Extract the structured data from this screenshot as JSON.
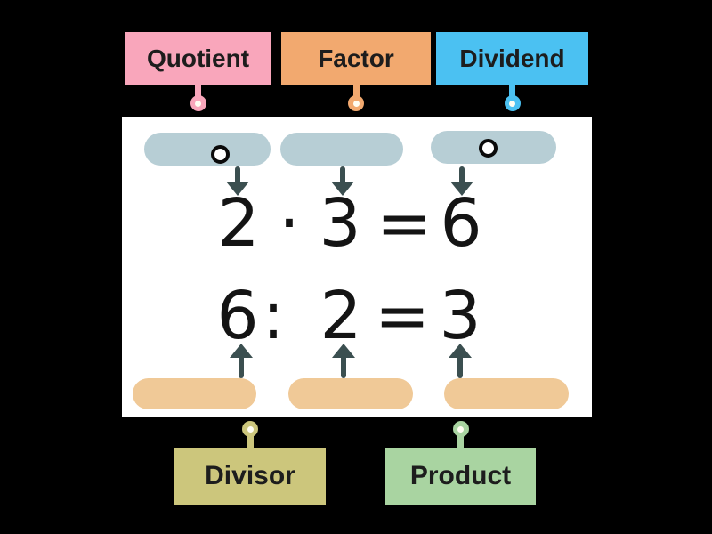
{
  "activity": {
    "type": "labelled-diagram",
    "instructions_visible": false
  },
  "colors": {
    "stage_background": "#000000",
    "board_background": "#FFFFFF",
    "top_slot": "#B7CED5",
    "bottom_slot": "#F0C997",
    "arrow": "#3B4F50",
    "equation_text": "#141414",
    "label_text": "#1D1D1D",
    "hotspot_ring": "#0A0A0A",
    "hotspot_fill": "#FFFFFF"
  },
  "labels": {
    "quotient": {
      "text": "Quotient",
      "color": "#F9A6BB",
      "position": "top"
    },
    "factor": {
      "text": "Factor",
      "color": "#F2A96F",
      "position": "top"
    },
    "dividend": {
      "text": "Dividend",
      "color": "#4BC1F2",
      "position": "top"
    },
    "divisor": {
      "text": "Divisor",
      "color": "#CCC67C",
      "position": "bottom"
    },
    "product": {
      "text": "Product",
      "color": "#A9D4A1",
      "position": "bottom"
    }
  },
  "board": {
    "multiplication_equation": {
      "text": "2 · 3 = 6",
      "tokens": [
        "2",
        "·",
        "3",
        "=",
        "6"
      ]
    },
    "division_equation": {
      "text": "6 : 2 = 3",
      "tokens": [
        "6",
        ":",
        "2",
        "=",
        "3"
      ]
    },
    "top_slot_count": 3,
    "bottom_slot_count": 3,
    "hotspot_count": 5
  }
}
